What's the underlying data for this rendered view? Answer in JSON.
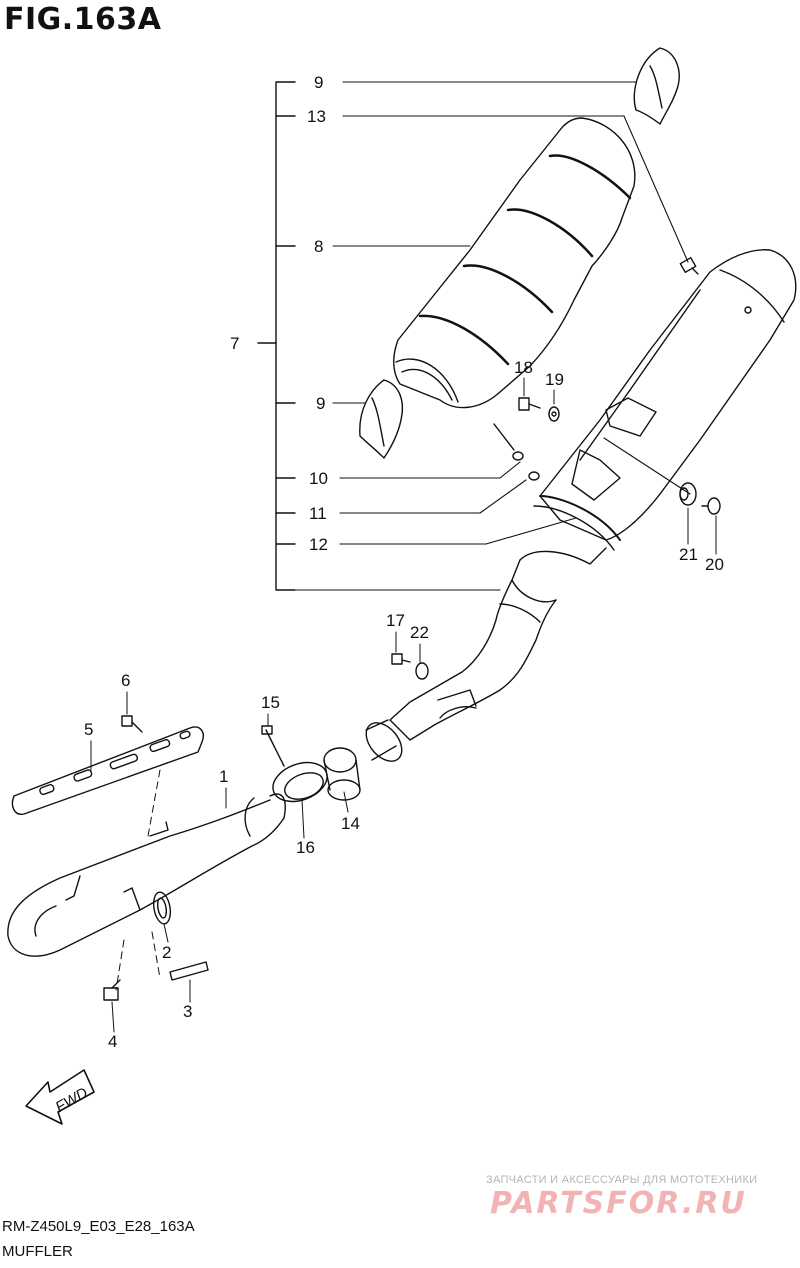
{
  "figure": {
    "title": "FIG.163A",
    "model_code": "RM-Z450L9_E03_E28_163A",
    "section_name": "MUFFLER"
  },
  "callouts": [
    "9",
    "13",
    "8",
    "7",
    "9",
    "10",
    "11",
    "12",
    "18",
    "19",
    "21",
    "20",
    "17",
    "22",
    "6",
    "5",
    "15",
    "1",
    "14",
    "16",
    "2",
    "3",
    "4"
  ],
  "direction_arrow": {
    "label": "FWD"
  },
  "watermark": {
    "tagline": "ЗАПЧАСТИ И АКСЕССУАРЫ ДЛЯ МОТОТЕХНИКИ",
    "brand": "PARTSFOR.RU"
  }
}
